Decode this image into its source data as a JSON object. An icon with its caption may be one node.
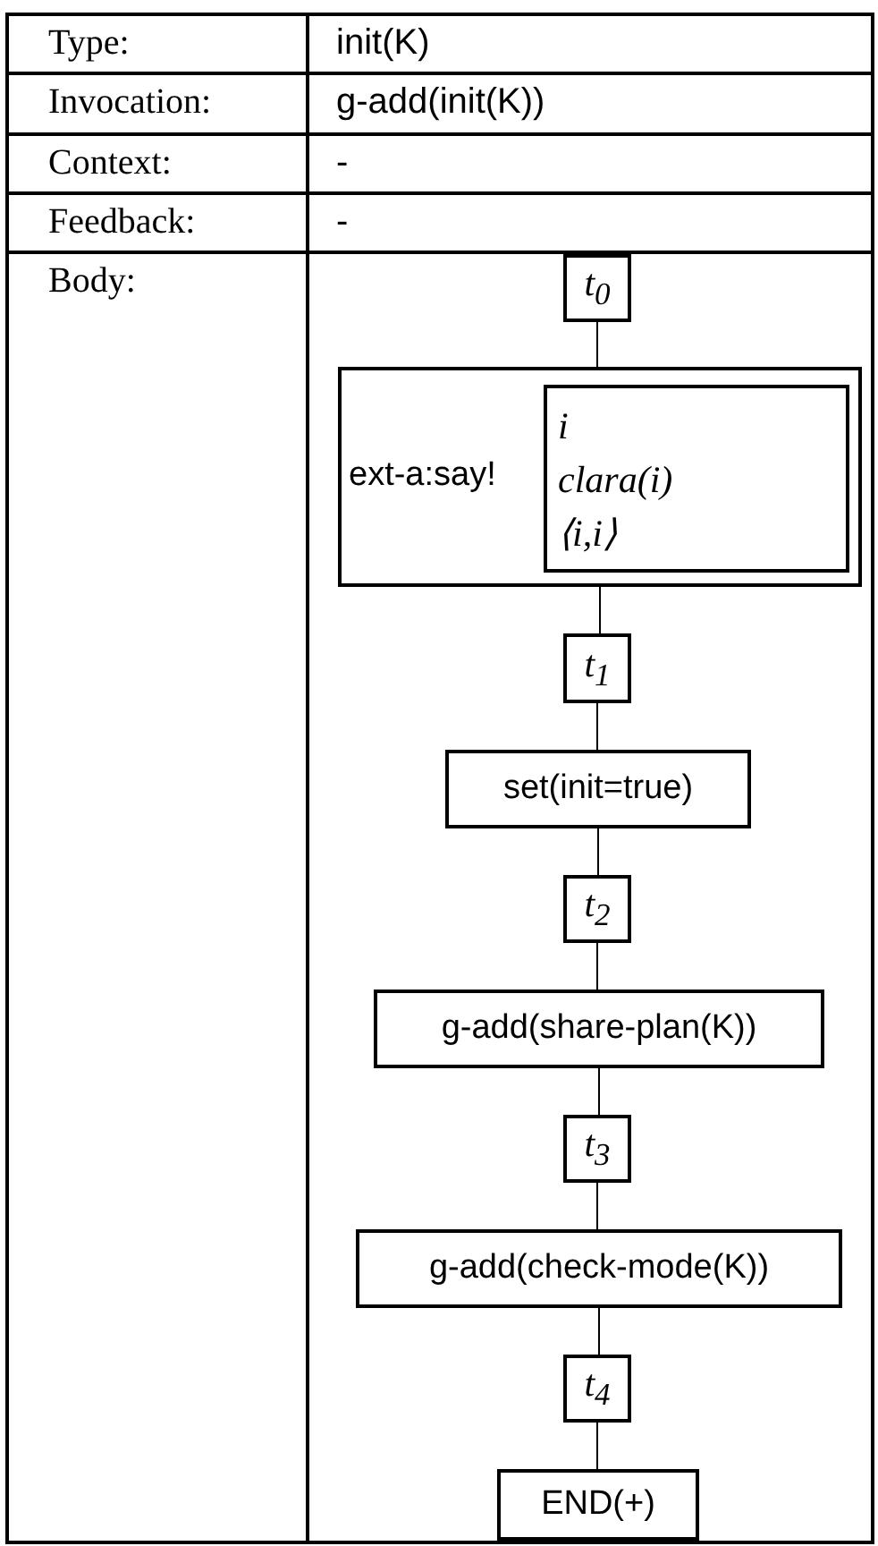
{
  "diagram": {
    "nodes": [
      {
        "text": [
          "*t*$_{0}$"
        ]
      },
      {
        "text": [
          "ext-a:say!"
        ]
      },
      {
        "text": [
          "i",
          "clara(i)",
          "⟨i,i⟩"
        ],
        "in": 1
      },
      {
        "text": [
          "*t*$_{1}$"
        ]
      },
      {
        "text": [
          "set(init=true)"
        ]
      },
      {
        "text": [
          "*t*$_{2}$"
        ]
      },
      {
        "text": [
          "g-add(share-plan(K))"
        ]
      },
      {
        "text": [
          "*t*$_{3}$"
        ]
      },
      {
        "text": [
          "g-add(check-mode(K))"
        ]
      },
      {
        "text": [
          "*t*$_{4}$"
        ]
      },
      {
        "text": [
          "END(+)"
        ]
      }
    ],
    "edges": [
      {
        "from": 0,
        "to": 1,
        "arrow": "none"
      },
      {
        "from": 1,
        "to": 3,
        "arrow": "none"
      },
      {
        "from": 3,
        "to": 4,
        "arrow": "none"
      },
      {
        "from": 4,
        "to": 5,
        "arrow": "none"
      },
      {
        "from": 5,
        "to": 6,
        "arrow": "none"
      },
      {
        "from": 6,
        "to": 7,
        "arrow": "none"
      },
      {
        "from": 7,
        "to": 8,
        "arrow": "none"
      },
      {
        "from": 8,
        "to": 9,
        "arrow": "none"
      },
      {
        "from": 9,
        "to": 10,
        "arrow": "none"
      }
    ],
    "labels": [
      "Type:",
      "init(K)",
      "Invocation:",
      "g-add(init(K))",
      "Context:",
      "-",
      "Feedback:",
      "-",
      "Body:"
    ]
  }
}
